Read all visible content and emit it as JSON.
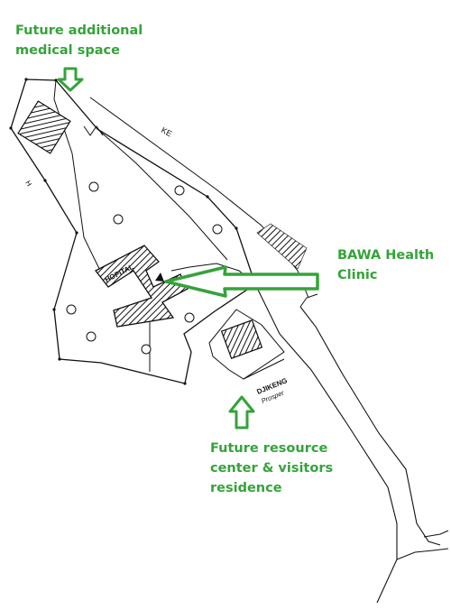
{
  "annotations": {
    "future_medical": {
      "lines": [
        "Future additional",
        "medical space"
      ]
    },
    "clinic": {
      "lines": [
        "BAWA Health",
        "Clinic"
      ]
    },
    "future_resource": {
      "lines": [
        "Future resource",
        "center & visitors",
        "residence"
      ]
    }
  },
  "plan_labels": {
    "hospital": "HOPITAL",
    "owner_name": "DJIKENG",
    "owner_first": "Prosper",
    "road_ke": "KE",
    "side_h": "H"
  },
  "colors": {
    "annotation_green": "#35a33a",
    "line": "#111111"
  }
}
